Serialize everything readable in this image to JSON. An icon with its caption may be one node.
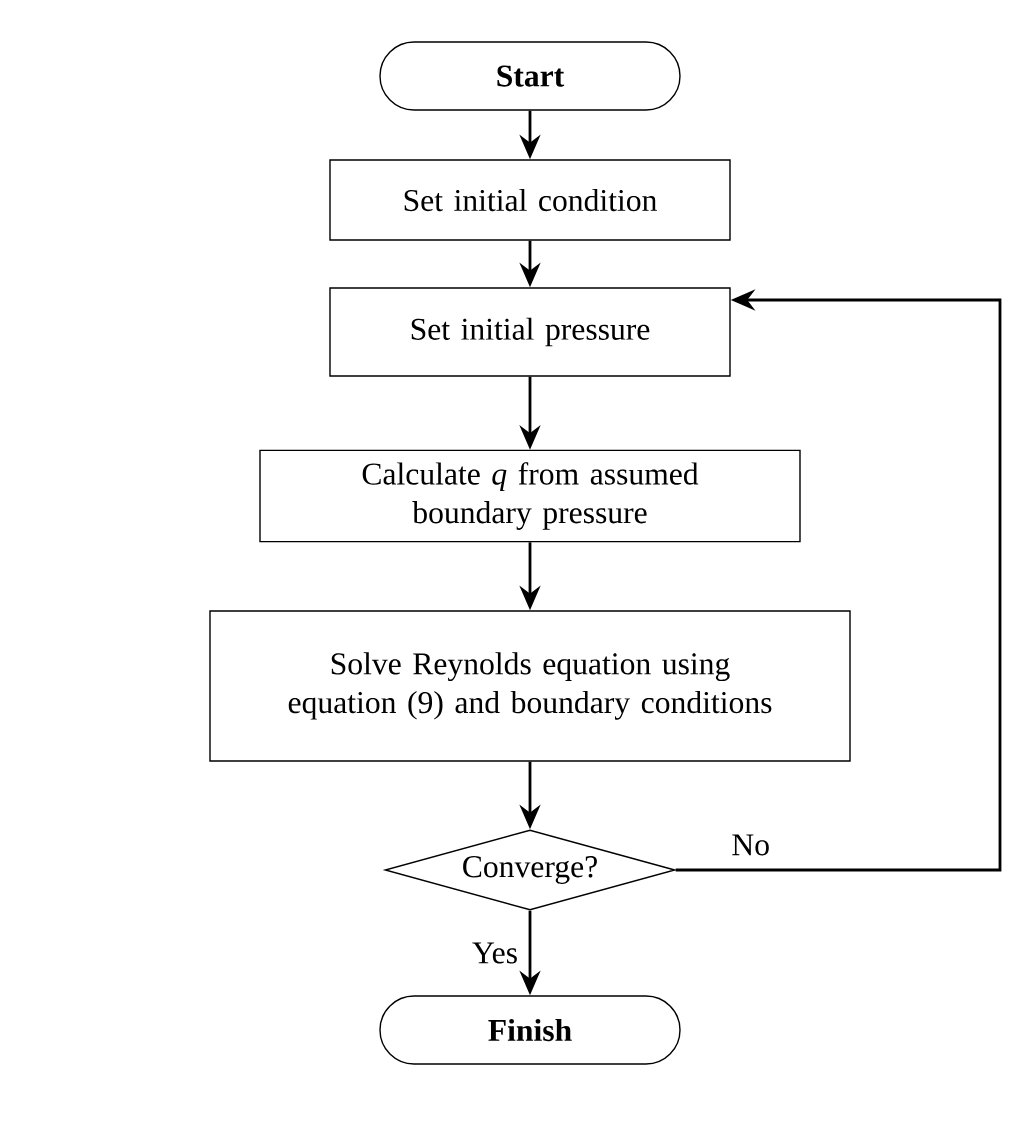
{
  "diagram": {
    "nodes": [
      {
        "text": [
          "Start"
        ]
      },
      {
        "text": [
          "Set initial condition"
        ]
      },
      {
        "text": [
          "Set initial pressure"
        ]
      },
      {
        "text": [
          "Calculate *q* from assumed boundary pressure"
        ]
      },
      {
        "text": [
          "Solve Reynolds equation using equation (9) and boundary conditions"
        ]
      },
      {
        "text": [
          "Converge?"
        ]
      },
      {
        "text": [
          "Finish"
        ]
      }
    ],
    "edges": [
      {
        "from": 0,
        "to": 1,
        "arrow": "to"
      },
      {
        "from": 1,
        "to": 2,
        "arrow": "to"
      },
      {
        "from": 2,
        "to": 3,
        "arrow": "to"
      },
      {
        "from": 3,
        "to": 4,
        "arrow": "to"
      },
      {
        "from": 4,
        "to": 5,
        "arrow": "to"
      },
      {
        "from": 5,
        "to": 6,
        "label": "Yes",
        "arrow": "to"
      },
      {
        "from": 5,
        "to": 2,
        "label": "No",
        "arrow": "to"
      }
    ]
  }
}
